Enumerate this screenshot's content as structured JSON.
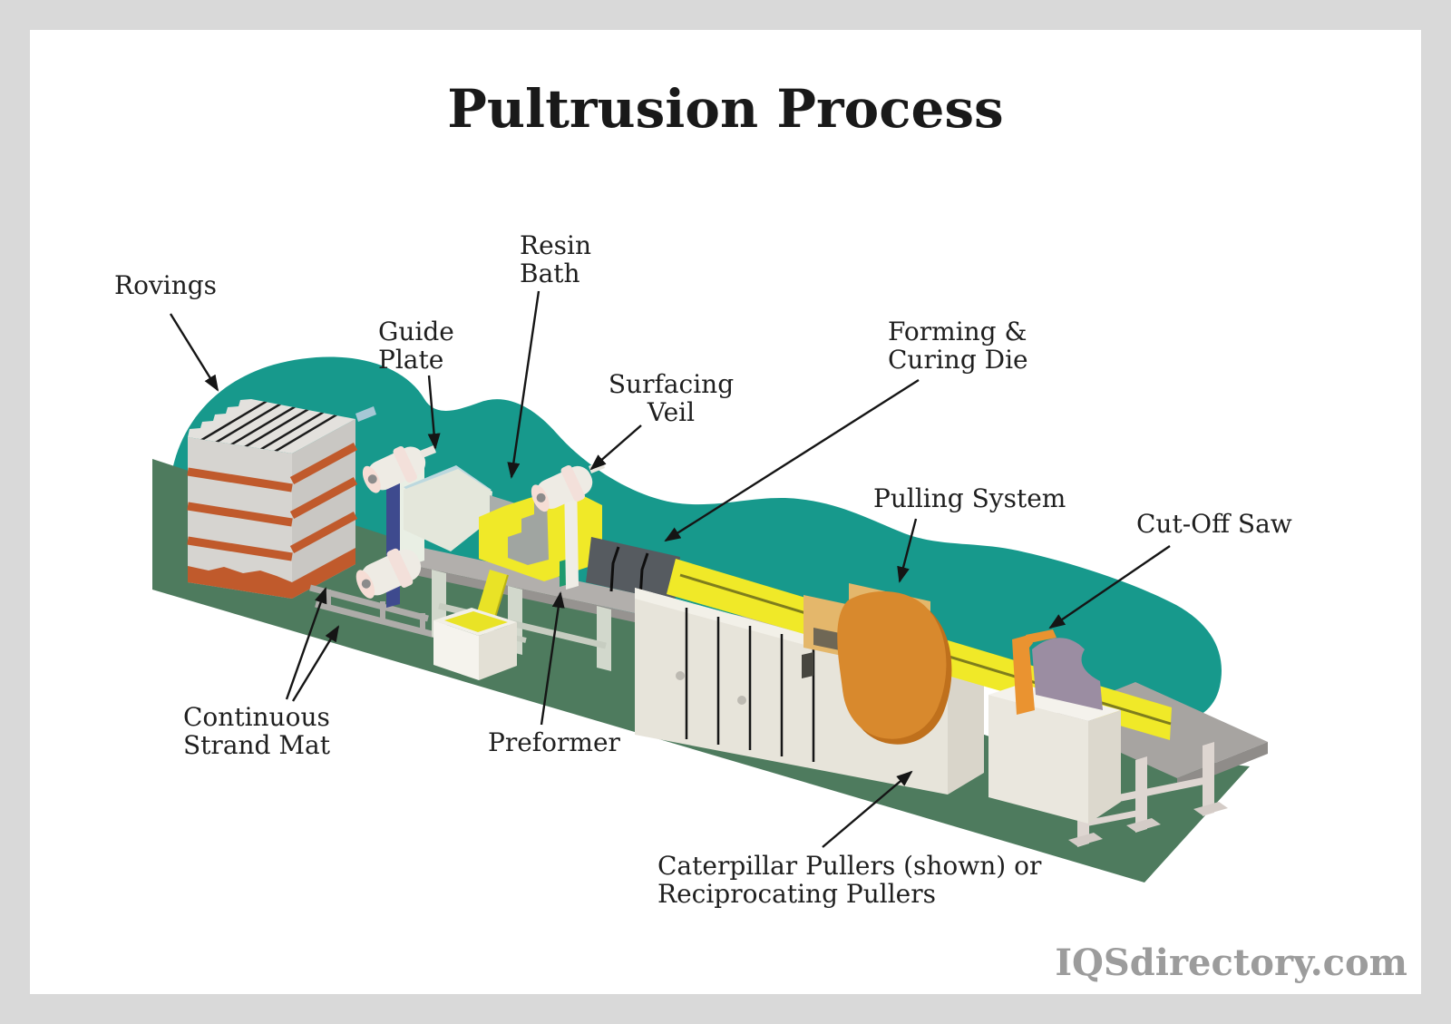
{
  "title": "Pultrusion Process",
  "watermark": "IQSdirectory.com",
  "labels": {
    "rovings": {
      "line1": "Rovings"
    },
    "guide_plate": {
      "line1": "Guide",
      "line2": "Plate"
    },
    "resin_bath": {
      "line1": "Resin",
      "line2": "Bath"
    },
    "surfacing_veil": {
      "line1": "Surfacing",
      "line2": "Veil"
    },
    "forming_curing_die": {
      "line1": "Forming &",
      "line2": "Curing Die"
    },
    "pulling_system": {
      "line1": "Pulling System"
    },
    "cut_off_saw": {
      "line1": "Cut-Off Saw"
    },
    "continuous_strand_mat": {
      "line1": "Continuous",
      "line2": "Strand Mat"
    },
    "preformer": {
      "line1": "Preformer"
    },
    "caterpillar_pullers": {
      "line1": "Caterpillar Pullers (shown) or",
      "line2": "Reciprocating Pullers"
    }
  },
  "colors": {
    "teal_background": "#17998C",
    "floor_green": "#4E7B5E",
    "resin_yellow": "#F0E928",
    "roving_stripe_orange": "#C05A2C",
    "puller_orange": "#D8892D",
    "saw_purple": "#9B8DA2",
    "guide_plate_blue": "#BCD8DE",
    "creel_strip_blue": "#3E4A8E",
    "label_text": "#1F1F1F",
    "watermark_gray": "#9C9C9C",
    "frame_gray": "#D9D9D9"
  }
}
